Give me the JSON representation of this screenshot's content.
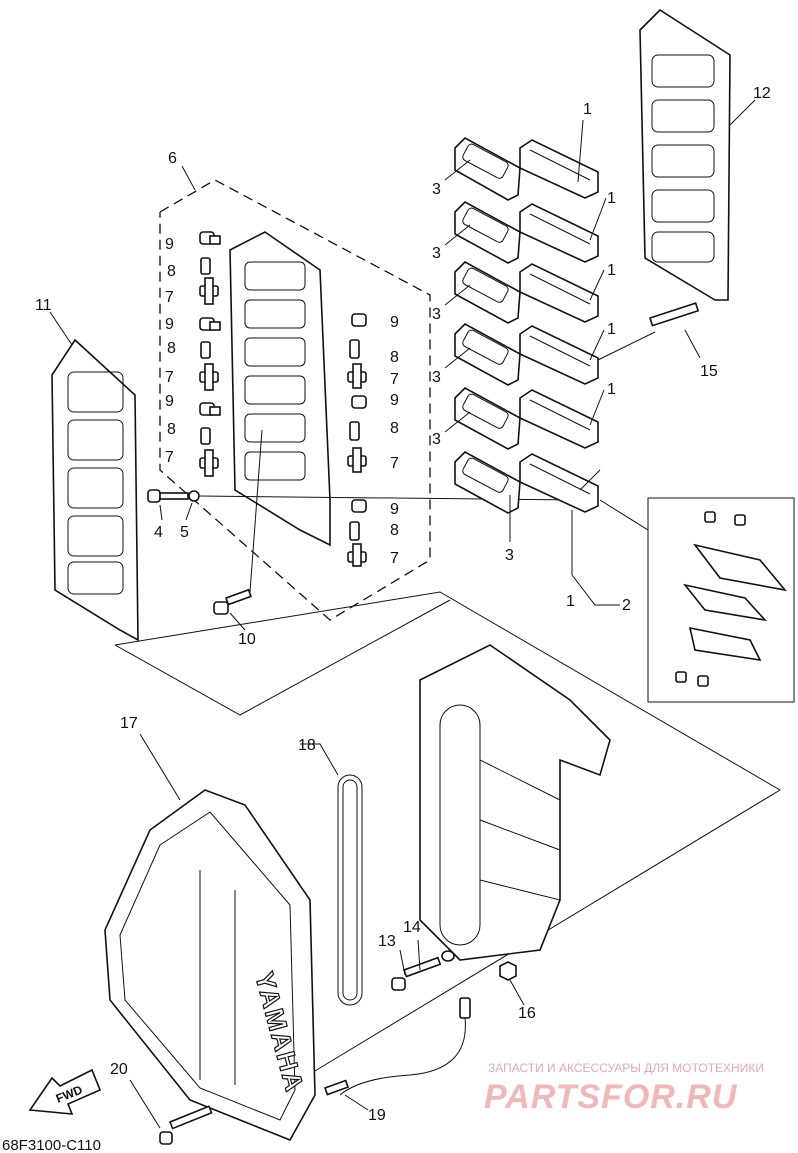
{
  "diagram_code": "68F3100-C110",
  "watermark": {
    "tagline": "ЗАПАСТИ И АКСЕССУАРЫ ДЛЯ МОТОТЕХНИКИ",
    "site": "PARTSFOR.RU"
  },
  "fwd_label": "FWD",
  "brand_text": "YAMAHA",
  "callouts": {
    "c1a": "1",
    "c1b": "1",
    "c1c": "1",
    "c1d": "1",
    "c1e": "1",
    "c1f": "1",
    "c2": "2",
    "c3a": "3",
    "c3b": "3",
    "c3c": "3",
    "c3d": "3",
    "c3e": "3",
    "c3f": "3",
    "c4": "4",
    "c5": "5",
    "c6": "6",
    "c7a": "7",
    "c7b": "7",
    "c7c": "7",
    "c7d": "7",
    "c7e": "7",
    "c7f": "7",
    "c8a": "8",
    "c8b": "8",
    "c8c": "8",
    "c8d": "8",
    "c8e": "8",
    "c8f": "8",
    "c9a": "9",
    "c9b": "9",
    "c9c": "9",
    "c9d": "9",
    "c9e": "9",
    "c9f": "9",
    "c10": "10",
    "c11": "11",
    "c12": "12",
    "c13": "13",
    "c14": "14",
    "c15": "15",
    "c16": "16",
    "c17": "17",
    "c18": "18",
    "c19": "19",
    "c20": "20"
  }
}
